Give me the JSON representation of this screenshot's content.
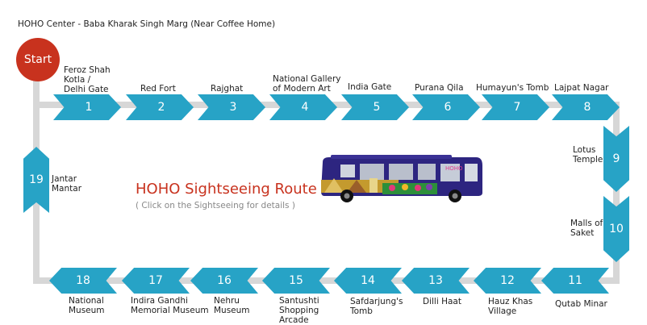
{
  "header": {
    "text": "HOHO Center - Baba Kharak Singh Marg (Near Coffee Home)"
  },
  "start_label": "Start",
  "route": {
    "title": "HOHO Sightseeing Route",
    "subtitle": "( Click on the Sightseeing for details )"
  },
  "stops": [
    {
      "num": "1",
      "label": "Feroz Shah\nKotla /\nDelhi Gate"
    },
    {
      "num": "2",
      "label": "Red Fort"
    },
    {
      "num": "3",
      "label": "Rajghat"
    },
    {
      "num": "4",
      "label": "National Gallery\nof Modern Art"
    },
    {
      "num": "5",
      "label": "India Gate"
    },
    {
      "num": "6",
      "label": "Purana Qila"
    },
    {
      "num": "7",
      "label": "Humayun's Tomb"
    },
    {
      "num": "8",
      "label": "Lajpat Nagar"
    },
    {
      "num": "9",
      "label": "Lotus\nTemple"
    },
    {
      "num": "10",
      "label": "Malls of\nSaket"
    },
    {
      "num": "11",
      "label": "Qutab Minar"
    },
    {
      "num": "12",
      "label": "Hauz Khas\nVillage"
    },
    {
      "num": "13",
      "label": "Dilli Haat"
    },
    {
      "num": "14",
      "label": "Safdarjung's\nTomb"
    },
    {
      "num": "15",
      "label": "Santushti\nShopping\nArcade"
    },
    {
      "num": "16",
      "label": "Nehru\nMuseum"
    },
    {
      "num": "17",
      "label": "Indira Gandhi\nMemorial Museum"
    },
    {
      "num": "18",
      "label": "National\nMuseum"
    },
    {
      "num": "19",
      "label": "Jantar\nMantar"
    }
  ],
  "colors": {
    "accent": "#27a3c6",
    "start": "#c8321e",
    "track": "#d7d7d7",
    "title": "#c8321e"
  },
  "icons": {
    "bus": "bus-icon"
  }
}
